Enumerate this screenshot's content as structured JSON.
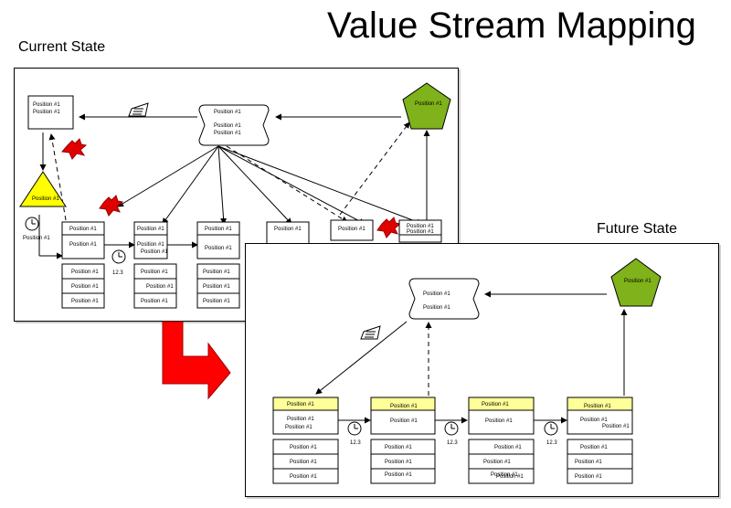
{
  "title": "Value Stream Mapping",
  "current_label": "Current State",
  "future_label": "Future State",
  "pos": "Position #1",
  "timer_value": "12.3",
  "colors": {
    "supplier_green": "#7fb21b",
    "triangle_yellow": "#ffff00",
    "header_yellow": "#ffff99",
    "arrow_red": "#ff0000"
  }
}
